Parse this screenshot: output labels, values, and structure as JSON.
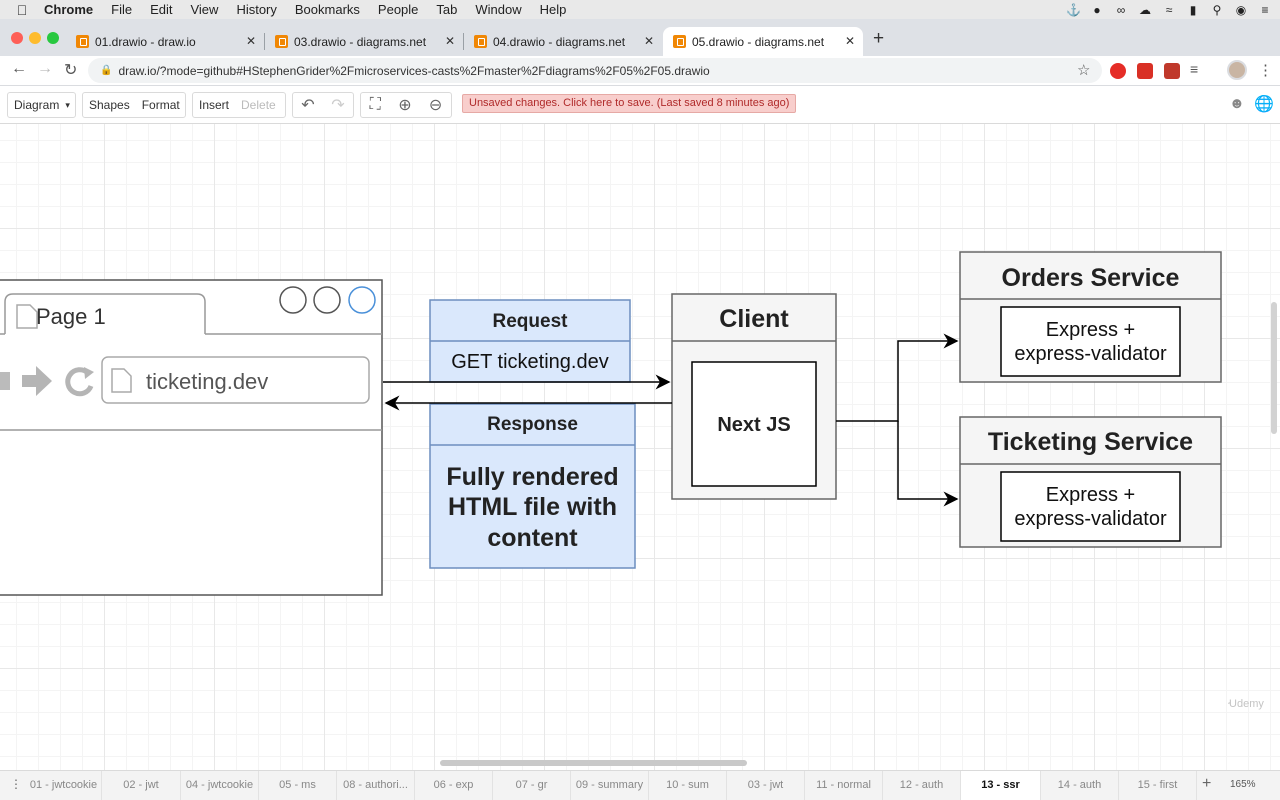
{
  "menubar": {
    "app": "Chrome",
    "items": [
      "File",
      "Edit",
      "View",
      "History",
      "Bookmarks",
      "People",
      "Tab",
      "Window",
      "Help"
    ]
  },
  "tabs": [
    {
      "title": "01.drawio - draw.io"
    },
    {
      "title": "03.drawio - diagrams.net"
    },
    {
      "title": "04.drawio - diagrams.net"
    },
    {
      "title": "05.drawio - diagrams.net"
    }
  ],
  "address": {
    "url": "draw.io/?mode=github#HStephenGrider%2Fmicroservices-casts%2Fmaster%2Fdiagrams%2F05%2F05.drawio"
  },
  "drawio": {
    "diagram": "Diagram",
    "shapes": "Shapes",
    "format": "Format",
    "insert": "Insert",
    "delete": "Delete",
    "unsaved": "Unsaved changes. Click here to save. (Last saved 8 minutes ago)"
  },
  "diagram": {
    "browser": {
      "tab_label": "Page 1",
      "address": "ticketing.dev"
    },
    "request": {
      "title": "Request",
      "body": "GET ticketing.dev"
    },
    "response": {
      "title": "Response",
      "line1": "Fully rendered",
      "line2": "HTML file with",
      "line3": "content"
    },
    "client": {
      "title": "Client",
      "inner": "Next JS"
    },
    "orders": {
      "title": "Orders Service",
      "line1": "Express +",
      "line2": "express-validator"
    },
    "ticketing": {
      "title": "Ticketing Service",
      "line1": "Express +",
      "line2": "express-validator"
    }
  },
  "page_tabs": [
    "01 - jwtcookie",
    "02 - jwt",
    "04 - jwtcookie",
    "05 - ms",
    "08 - authori...",
    "06 - exp",
    "07 - gr",
    "09 - summary",
    "10 - sum",
    "03 - jwt",
    "11 - normal",
    "12 - auth",
    "13 - ssr",
    "14 - auth",
    "15 - first"
  ],
  "active_page_tab": "13 - ssr",
  "zoom": "165%",
  "colors": {
    "blue_fill": "#dae8fc",
    "blue_stroke": "#6c8ebf",
    "grey_fill": "#f5f5f5",
    "grey_stroke": "#666666",
    "browser_highlight": "#4a90d9"
  }
}
